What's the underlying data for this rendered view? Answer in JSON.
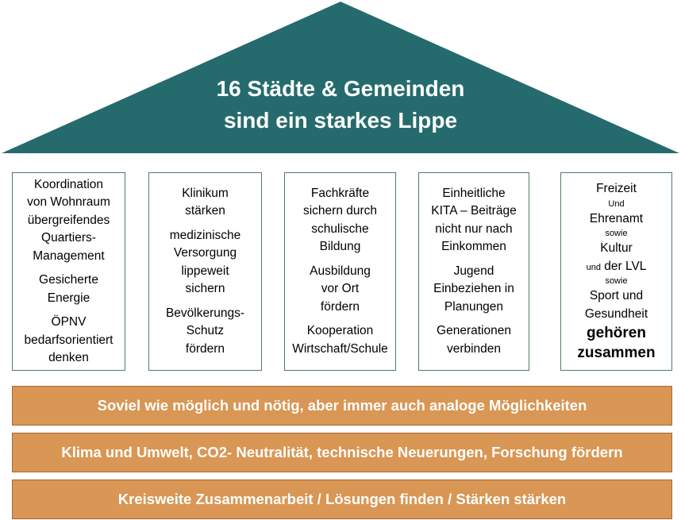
{
  "roof": {
    "color": "#256b6d",
    "title_lines": [
      "16 Städte & Gemeinden",
      "sind ein starkes Lippe"
    ]
  },
  "pillars": [
    {
      "groups": [
        [
          "Koordination",
          "von Wohnraum",
          "übergreifendes",
          "Quartiers-",
          "Management"
        ],
        [
          "Gesicherte",
          "Energie"
        ],
        [
          "ÖPNV",
          "bedarfsorientiert",
          "denken"
        ]
      ]
    },
    {
      "groups": [
        [
          "Klinikum",
          "stärken"
        ],
        [
          "medizinische",
          "Versorgung",
          "lippeweit",
          "sichern"
        ],
        [
          "Bevölkerungs-",
          "Schutz",
          "fördern"
        ]
      ]
    },
    {
      "groups": [
        [
          "Fachkräfte",
          "sichern durch",
          "schulische",
          "Bildung"
        ],
        [
          "Ausbildung",
          "vor Ort",
          "fördern"
        ],
        [
          "Kooperation",
          "Wirtschaft/Schule"
        ]
      ]
    },
    {
      "groups": [
        [
          "Einheitliche",
          "KITA – Beiträge",
          "nicht nur nach",
          "Einkommen"
        ],
        [
          "Jugend",
          "Einbeziehen in",
          "Planungen"
        ],
        [
          "Generationen",
          "verbinden"
        ]
      ]
    },
    {
      "lines": {
        "l1": "Freizeit",
        "s1": "Und",
        "l2": "Ehrenamt",
        "s2": "sowie",
        "l3": "Kultur",
        "s3": "und",
        "l4": "der LVL",
        "s4": "sowie",
        "l5": "Sport und",
        "l6": "Gesundheit",
        "b1": "gehören",
        "b2": "zusammen"
      }
    }
  ],
  "bars": [
    "Soviel wie möglich und nötig, aber immer auch analoge Möglichkeiten",
    "Klima und Umwelt, CO2- Neutralität, technische Neuerungen, Forschung fördern",
    "Kreisweite Zusammenarbeit / Lösungen finden / Stärken stärken"
  ],
  "colors": {
    "bar_fill": "#d99654",
    "pillar_border": "#4f7f5a"
  }
}
